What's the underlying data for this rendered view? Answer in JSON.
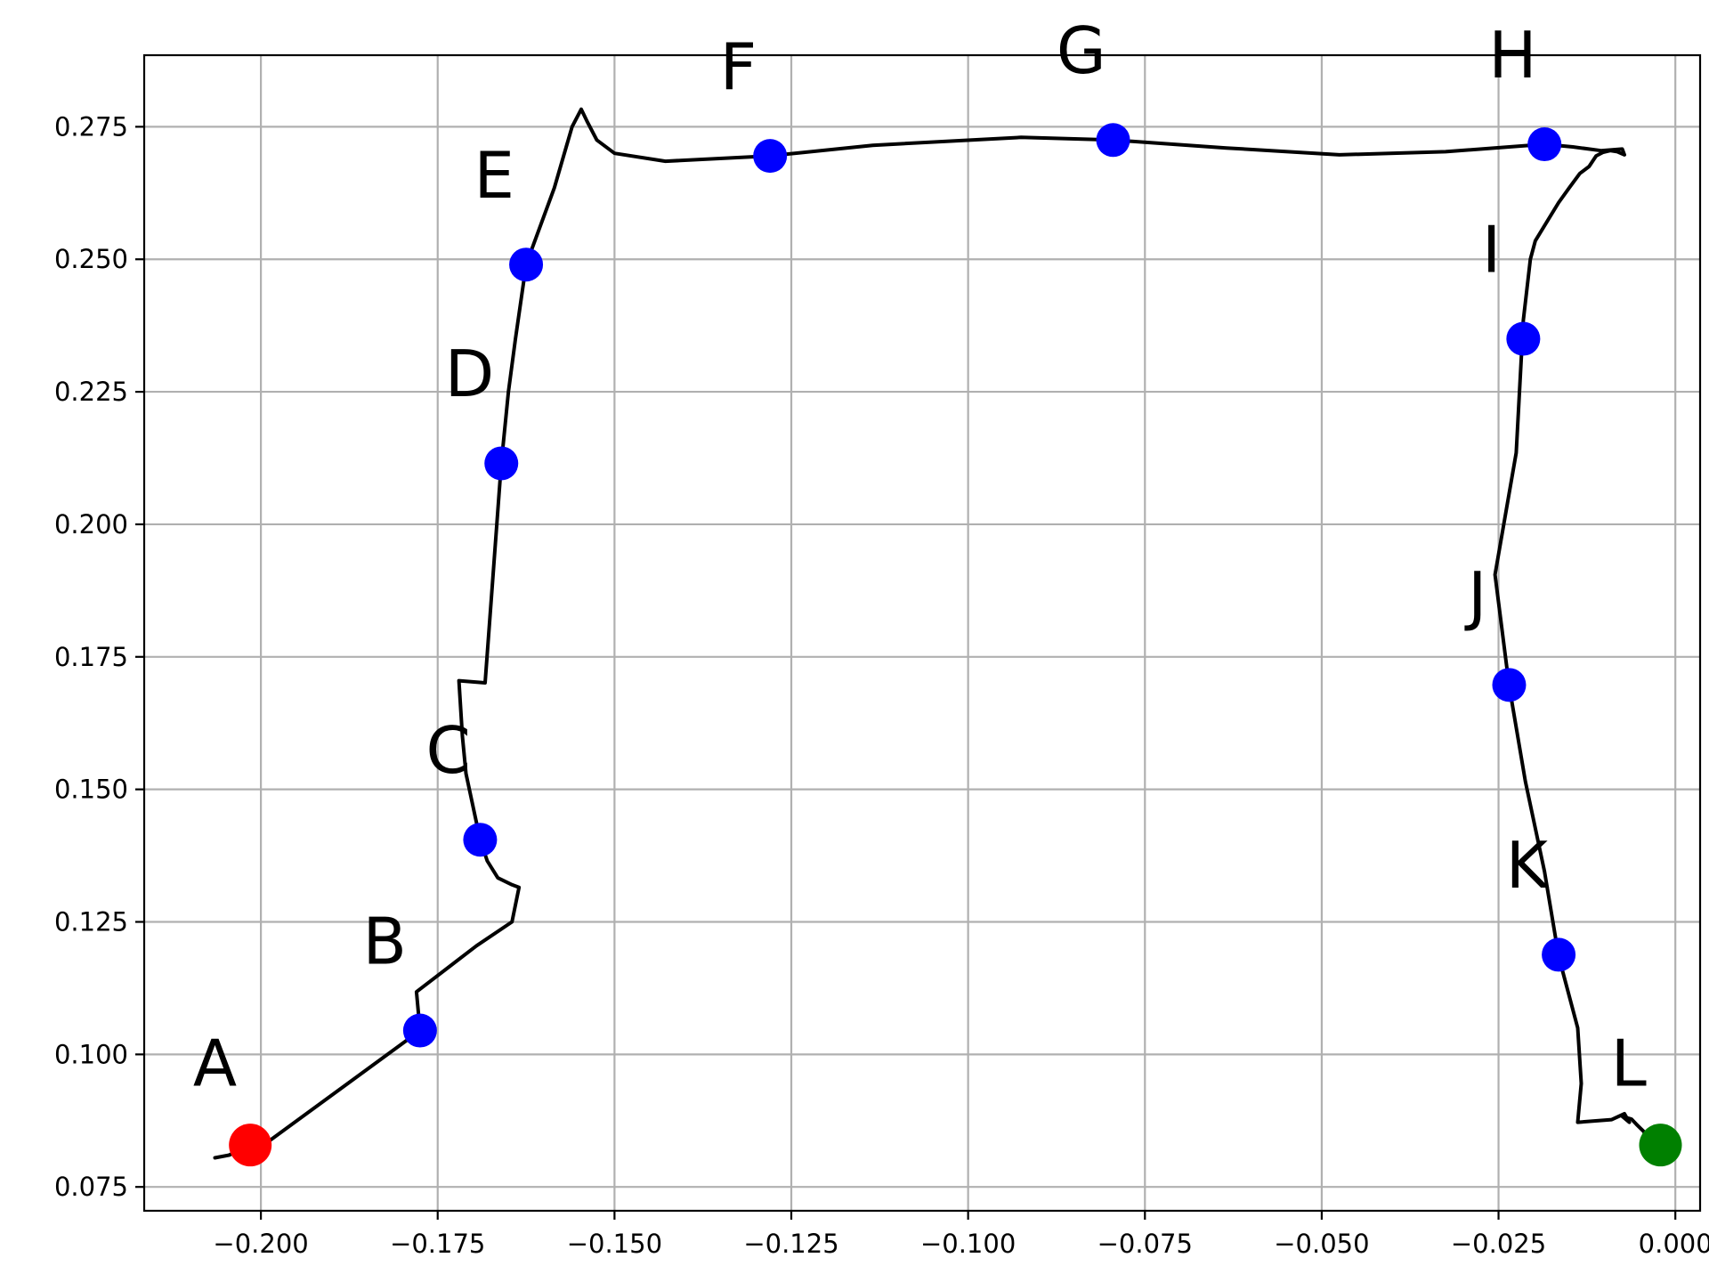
{
  "chart_data": {
    "type": "scatter",
    "title": "",
    "xlabel": "",
    "ylabel": "",
    "xlim": [
      -0.2165,
      0.0035
    ],
    "ylim": [
      0.0705,
      0.2885
    ],
    "grid": true,
    "x_ticks": [
      -0.2,
      -0.175,
      -0.15,
      -0.125,
      -0.1,
      -0.075,
      -0.05,
      -0.025,
      0.0
    ],
    "x_tick_labels": [
      "−0.200",
      "−0.175",
      "−0.150",
      "−0.125",
      "−0.100",
      "−0.075",
      "−0.050",
      "−0.025",
      "0.000"
    ],
    "y_ticks": [
      0.075,
      0.1,
      0.125,
      0.15,
      0.175,
      0.2,
      0.225,
      0.25,
      0.275
    ],
    "y_tick_labels": [
      "0.075",
      "0.100",
      "0.125",
      "0.150",
      "0.175",
      "0.200",
      "0.225",
      "0.250",
      "0.275"
    ],
    "trajectory": {
      "color": "#000000",
      "points": [
        [
          -0.2065,
          0.0805
        ],
        [
          -0.2045,
          0.081
        ],
        [
          -0.2025,
          0.0822
        ],
        [
          -0.2015,
          0.0835
        ],
        [
          -0.2012,
          0.0825
        ],
        [
          -0.199,
          0.0835
        ],
        [
          -0.1775,
          0.1045
        ],
        [
          -0.178,
          0.1118
        ],
        [
          -0.1695,
          0.1205
        ],
        [
          -0.1645,
          0.125
        ],
        [
          -0.1635,
          0.1315
        ],
        [
          -0.1645,
          0.132
        ],
        [
          -0.1665,
          0.1333
        ],
        [
          -0.168,
          0.1365
        ],
        [
          -0.169,
          0.1405
        ],
        [
          -0.171,
          0.153
        ],
        [
          -0.1715,
          0.16
        ],
        [
          -0.172,
          0.1705
        ],
        [
          -0.1683,
          0.1701
        ],
        [
          -0.166,
          0.2115
        ],
        [
          -0.165,
          0.225
        ],
        [
          -0.164,
          0.235
        ],
        [
          -0.1625,
          0.249
        ],
        [
          -0.1585,
          0.2635
        ],
        [
          -0.156,
          0.275
        ],
        [
          -0.1547,
          0.2783
        ],
        [
          -0.1538,
          0.2758
        ],
        [
          -0.1525,
          0.2725
        ],
        [
          -0.15,
          0.27
        ],
        [
          -0.1428,
          0.2685
        ],
        [
          -0.128,
          0.2695
        ],
        [
          -0.1135,
          0.2715
        ],
        [
          -0.0925,
          0.273
        ],
        [
          -0.0795,
          0.2725
        ],
        [
          -0.0635,
          0.271
        ],
        [
          -0.0475,
          0.2697
        ],
        [
          -0.0325,
          0.2703
        ],
        [
          -0.0185,
          0.2717
        ],
        [
          -0.0145,
          0.2712
        ],
        [
          -0.0105,
          0.2705
        ],
        [
          -0.0075,
          0.2708
        ],
        [
          -0.0072,
          0.2697
        ],
        [
          -0.0082,
          0.2703
        ],
        [
          -0.0092,
          0.2705
        ],
        [
          -0.0102,
          0.2702
        ],
        [
          -0.0112,
          0.2695
        ],
        [
          -0.0122,
          0.2675
        ],
        [
          -0.0135,
          0.2662
        ],
        [
          -0.015,
          0.2635
        ],
        [
          -0.0165,
          0.2607
        ],
        [
          -0.0198,
          0.2535
        ],
        [
          -0.0205,
          0.25
        ],
        [
          -0.0215,
          0.2385
        ],
        [
          -0.0225,
          0.2135
        ],
        [
          -0.0255,
          0.1905
        ],
        [
          -0.0235,
          0.1695
        ],
        [
          -0.0212,
          0.1515
        ],
        [
          -0.0185,
          0.1345
        ],
        [
          -0.0165,
          0.1185
        ],
        [
          -0.0138,
          0.105
        ],
        [
          -0.0133,
          0.0945
        ],
        [
          -0.0138,
          0.0872
        ],
        [
          -0.009,
          0.0877
        ],
        [
          -0.0072,
          0.0888
        ],
        [
          -0.0065,
          0.0872
        ],
        [
          -0.0075,
          0.0883
        ],
        [
          -0.0062,
          0.0878
        ],
        [
          -0.0055,
          0.0868
        ],
        [
          -0.0045,
          0.0855
        ],
        [
          -0.004,
          0.0845
        ],
        [
          -0.003,
          0.0835
        ],
        [
          -0.0021,
          0.0829
        ]
      ]
    },
    "waypoints": [
      {
        "label": "A",
        "x": -0.2015,
        "y": 0.0829,
        "color": "#ff0000"
      },
      {
        "label": "B",
        "x": -0.1775,
        "y": 0.1045,
        "color": "#0000ff"
      },
      {
        "label": "C",
        "x": -0.169,
        "y": 0.1405,
        "color": "#0000ff"
      },
      {
        "label": "D",
        "x": -0.166,
        "y": 0.2115,
        "color": "#0000ff"
      },
      {
        "label": "E",
        "x": -0.1625,
        "y": 0.249,
        "color": "#0000ff"
      },
      {
        "label": "F",
        "x": -0.128,
        "y": 0.2695,
        "color": "#0000ff"
      },
      {
        "label": "G",
        "x": -0.0795,
        "y": 0.2725,
        "color": "#0000ff"
      },
      {
        "label": "H",
        "x": -0.0185,
        "y": 0.2717,
        "color": "#0000ff"
      },
      {
        "label": "I",
        "x": -0.0215,
        "y": 0.235,
        "color": "#0000ff"
      },
      {
        "label": "J",
        "x": -0.0235,
        "y": 0.1697,
        "color": "#0000ff"
      },
      {
        "label": "K",
        "x": -0.0165,
        "y": 0.1188,
        "color": "#0000ff"
      },
      {
        "label": "L",
        "x": -0.0021,
        "y": 0.0829,
        "color": "#008000"
      }
    ],
    "waypoint_text": [
      {
        "label": "A",
        "x": -0.2065,
        "y": 0.0985
      },
      {
        "label": "B",
        "x": -0.1825,
        "y": 0.1215
      },
      {
        "label": "C",
        "x": -0.1735,
        "y": 0.1575
      },
      {
        "label": "D",
        "x": -0.1705,
        "y": 0.2285
      },
      {
        "label": "E",
        "x": -0.167,
        "y": 0.266
      },
      {
        "label": "F",
        "x": -0.1325,
        "y": 0.2865
      },
      {
        "label": "G",
        "x": -0.084,
        "y": 0.2895
      },
      {
        "label": "H",
        "x": -0.023,
        "y": 0.2887
      },
      {
        "label": "I",
        "x": -0.026,
        "y": 0.252
      },
      {
        "label": "J",
        "x": -0.028,
        "y": 0.1867
      },
      {
        "label": "K",
        "x": -0.021,
        "y": 0.1358
      },
      {
        "label": "L",
        "x": -0.0066,
        "y": 0.0985
      }
    ]
  }
}
